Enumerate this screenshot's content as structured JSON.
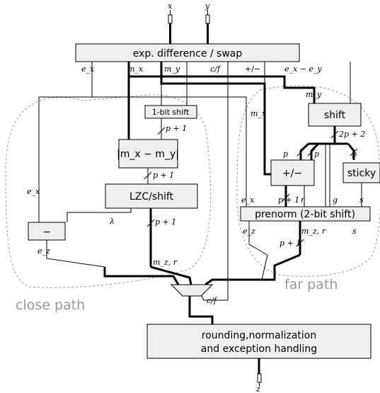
{
  "inputs": {
    "x": "x",
    "y": "y"
  },
  "output": {
    "z": "z"
  },
  "blocks": {
    "exp_diff": "exp. difference / swap",
    "one_bit_shift": "1-bit shift",
    "abs_diff": "|m_x − m_y|",
    "lzc_shift": "LZC/shift",
    "subtract": "−",
    "shift": "shift",
    "add_sub": "+/−",
    "sticky": "sticky",
    "prenorm": "prenorm (2-bit shift)",
    "rounding_line1": "rounding,normalization",
    "rounding_line2": "and exception handling"
  },
  "signals": {
    "ex": "e_x",
    "mx": "m_x",
    "my": "m_y",
    "cf": "c/f",
    "pm": "+/−",
    "ex_minus_ey": "e_x − e_y",
    "p_plus_1": "p + 1",
    "two_p_plus_2": "2p + 2",
    "p": "p",
    "lambda": "λ",
    "ez": "e_z",
    "mz_r": "m_z, r",
    "r": "r",
    "g": "g",
    "s": "s"
  },
  "regions": {
    "close": "close path",
    "far": "far path"
  }
}
